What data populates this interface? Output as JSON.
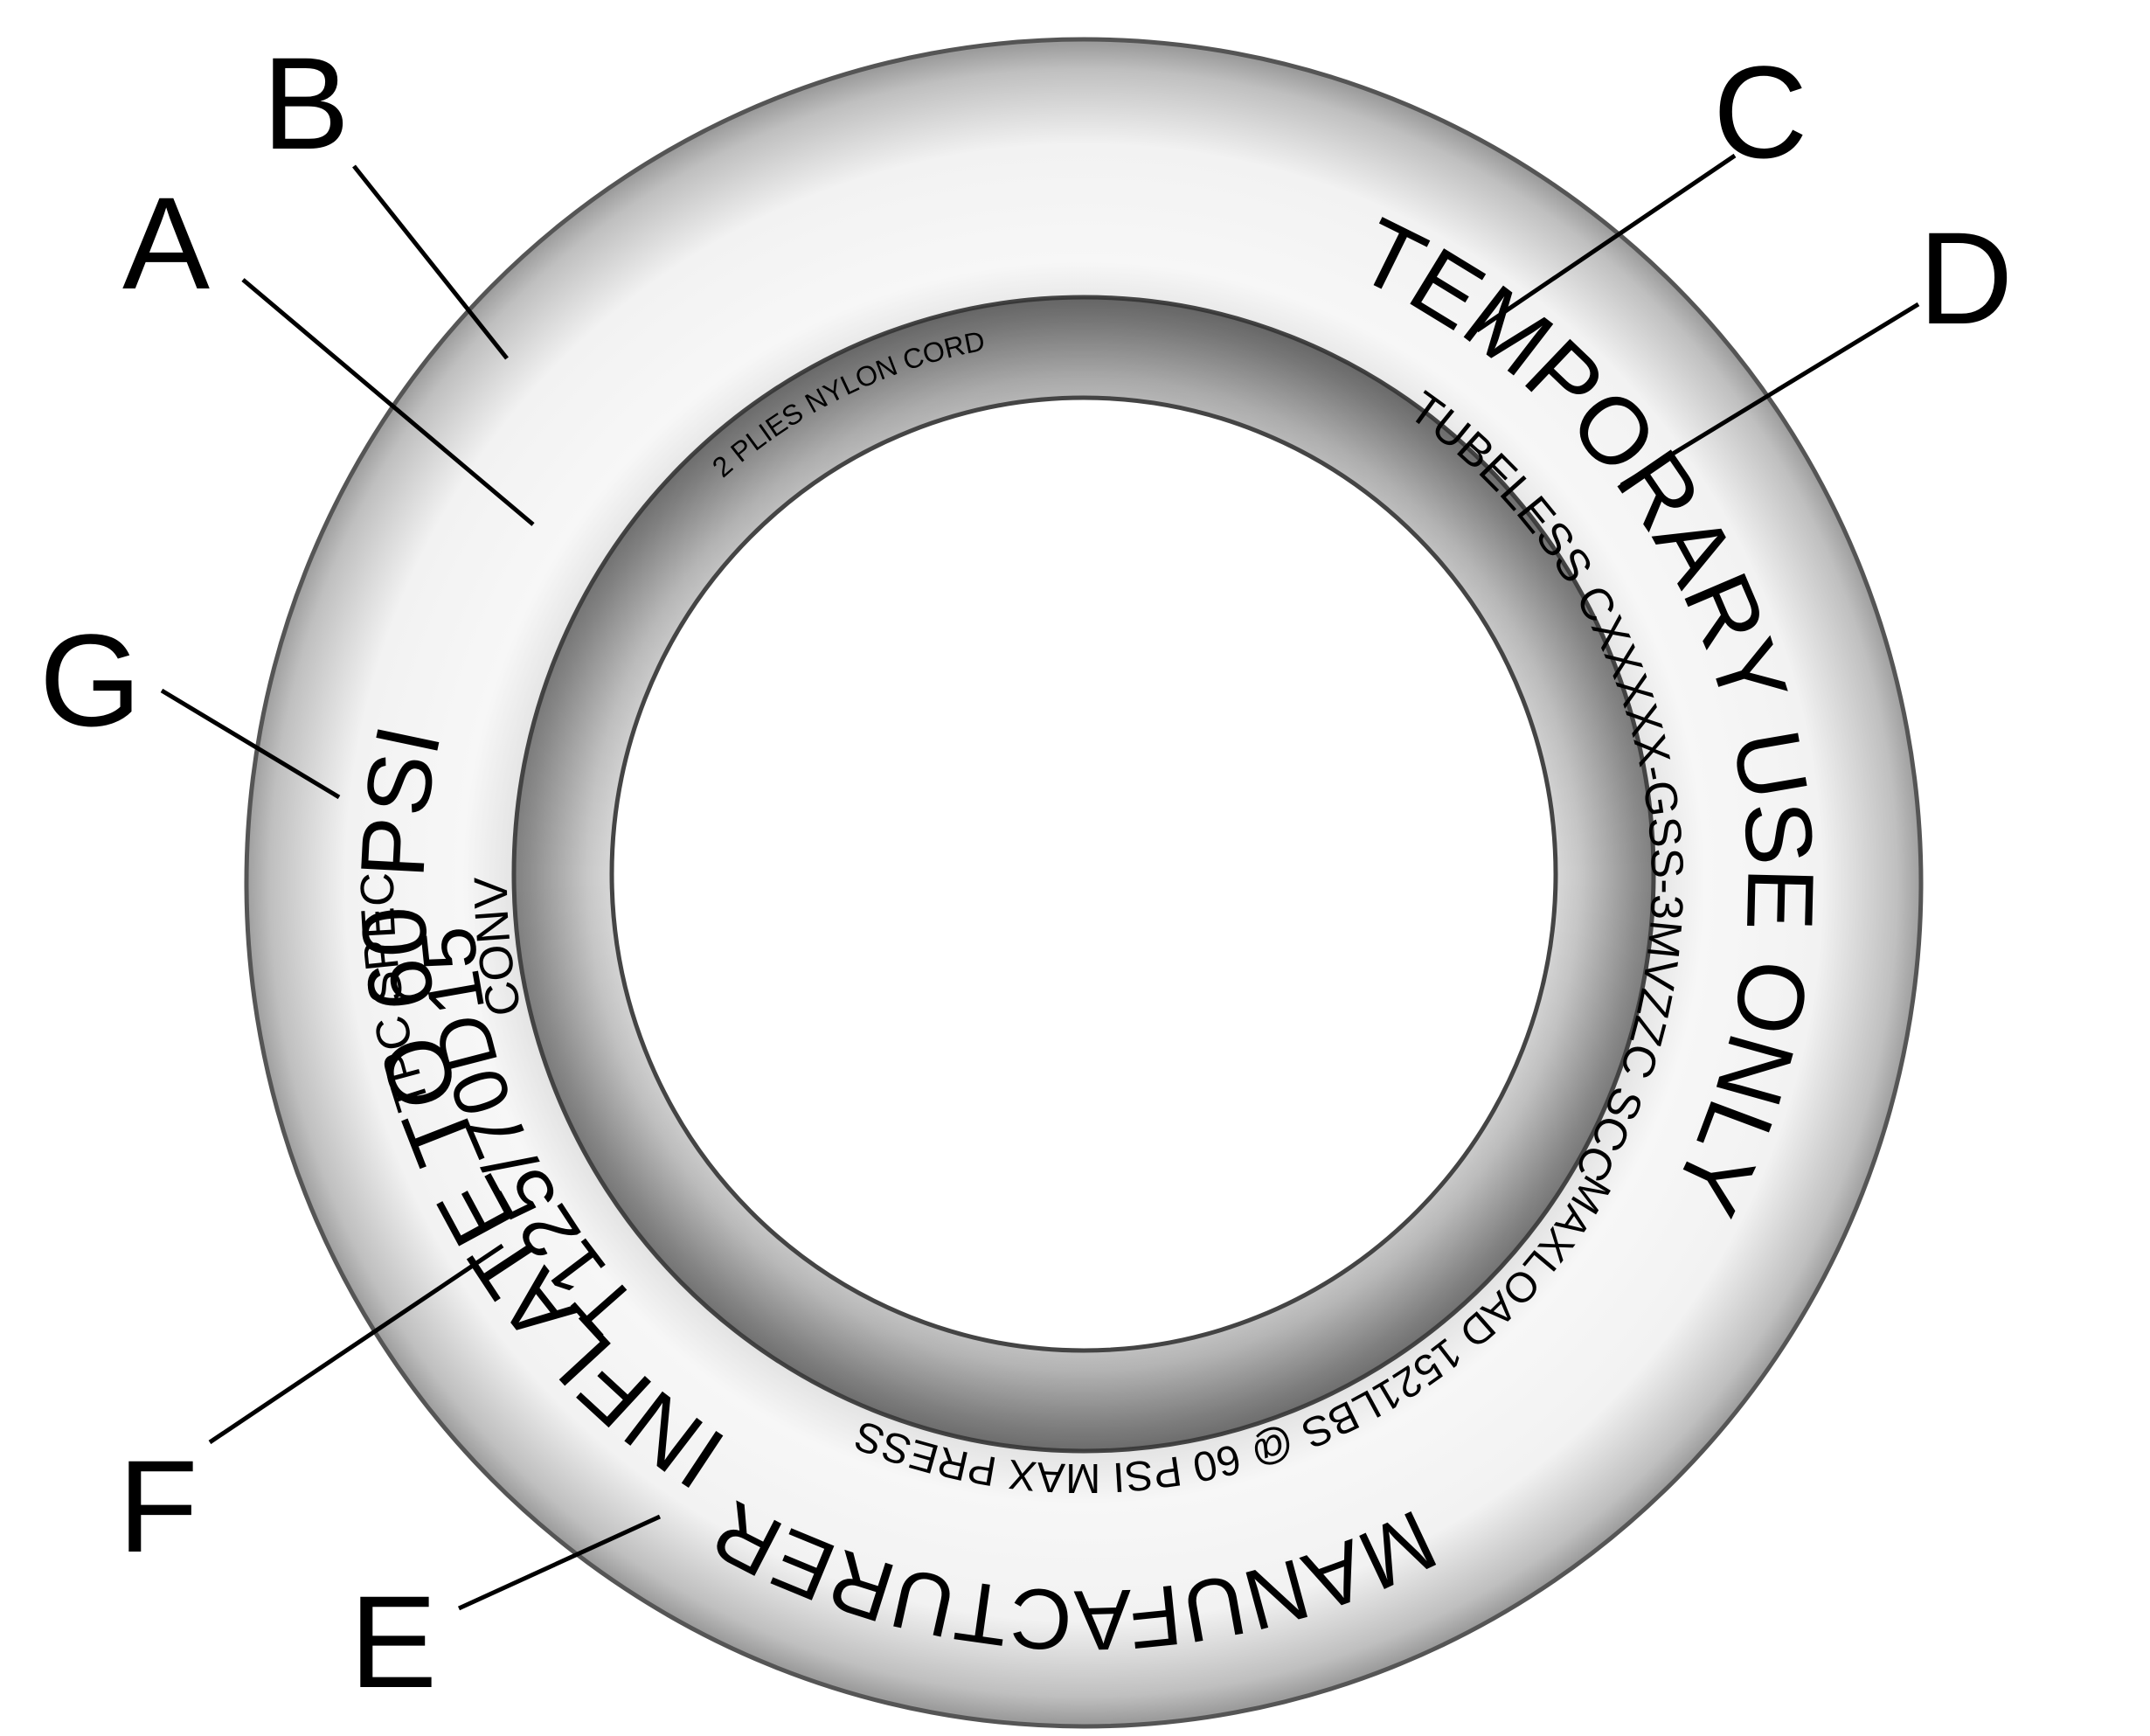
{
  "colors": {
    "background": "#ffffff",
    "tire_light": "#f4f4f4",
    "tire_mid": "#d6d6d6",
    "tire_dark": "#8f8f8f",
    "outline": "#555555",
    "ink": "#000000"
  },
  "sidewall": {
    "temporary": "TEMPORARY USE ONLY",
    "plies": "2 PLIES NYLON CORD",
    "tubeless": "TUBELESS CXXXXX-GSS-3MVZZC SCC",
    "maxload": "MAXLOAD 1521LBS @ 60 PSI MAX PRESS",
    "manufacturer": "MANUFACTURER",
    "convenience": "CONVENIENCE SPARE",
    "inflate": "INFLATE TO 60 PSI",
    "tpc": "TPC SPEC. 501",
    "size": "T125/70D15  95M"
  },
  "callouts": {
    "A": "A",
    "B": "B",
    "C": "C",
    "D": "D",
    "E": "E",
    "F": "F",
    "G": "G"
  }
}
